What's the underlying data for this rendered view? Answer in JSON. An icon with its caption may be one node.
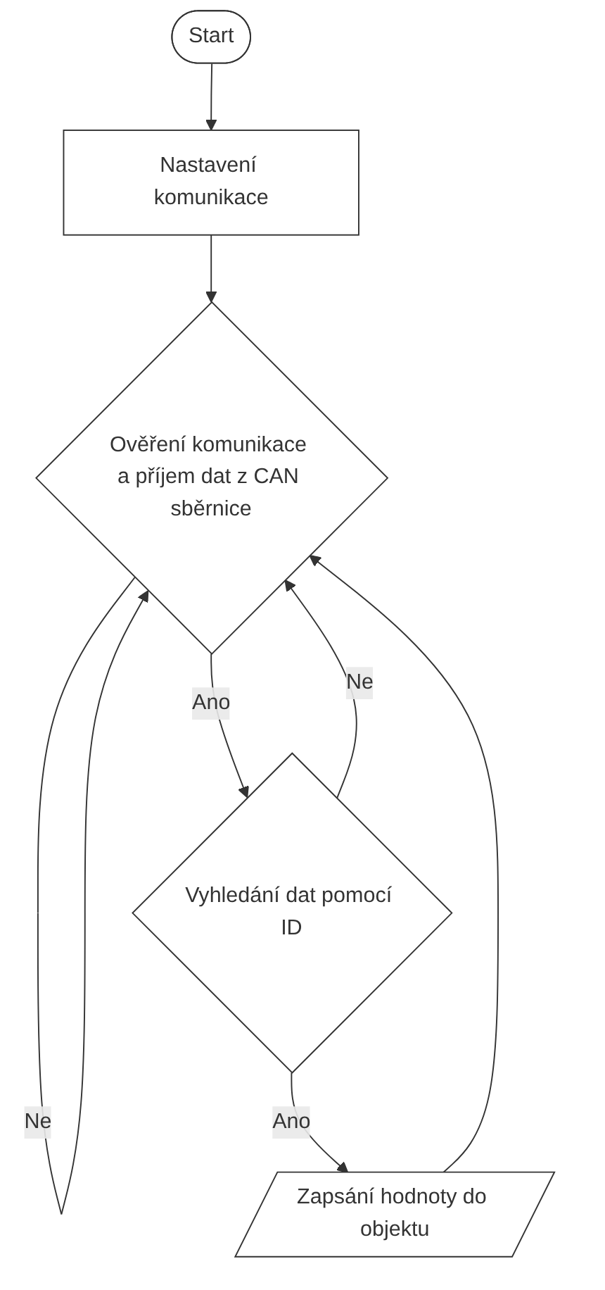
{
  "diagram": {
    "nodes": [
      {
        "text": [
          "Start"
        ]
      },
      {
        "text": [
          "Nastavení komunikace"
        ]
      },
      {
        "text": [
          "Ověření komunikace a příjem dat z CAN sběrnice"
        ]
      },
      {
        "text": [
          "Vyhledání dat pomocí ID"
        ]
      },
      {
        "text": [
          "Zapsání hodnoty do objektu"
        ]
      }
    ],
    "edges": [
      {
        "from": 0,
        "to": 1,
        "arrow": "to"
      },
      {
        "from": 1,
        "to": 2,
        "arrow": "to"
      },
      {
        "from": 2,
        "to": 2,
        "arrow": "to",
        "label": "Ne"
      },
      {
        "from": 2,
        "to": 3,
        "arrow": "to",
        "label": "Ano"
      },
      {
        "from": 3,
        "to": 2,
        "arrow": "to",
        "label": "Ne"
      },
      {
        "from": 3,
        "to": 4,
        "arrow": "to",
        "label": "Ano"
      },
      {
        "from": 4,
        "to": 2,
        "arrow": "to"
      }
    ]
  }
}
